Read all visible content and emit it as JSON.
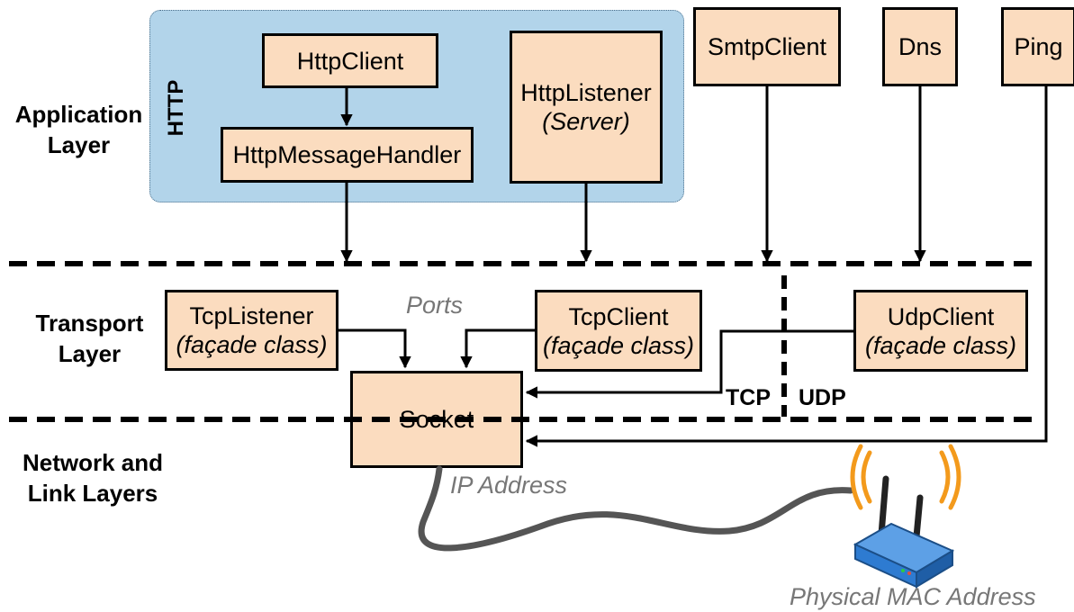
{
  "layers": {
    "application": [
      "Application",
      "Layer"
    ],
    "transport": [
      "Transport",
      "Layer"
    ],
    "network": [
      "Network and",
      "Link Layers"
    ]
  },
  "http_group_label": "HTTP",
  "components": {
    "http_client": "HttpClient",
    "http_message_handler": "HttpMessageHandler",
    "http_listener": {
      "title": "HttpListener",
      "subtitle": "(Server)"
    },
    "smtp_client": "SmtpClient",
    "dns": "Dns",
    "ping": "Ping",
    "tcp_listener": {
      "title": "TcpListener",
      "subtitle": "(façade class)"
    },
    "tcp_client": {
      "title": "TcpClient",
      "subtitle": "(façade class)"
    },
    "udp_client": {
      "title": "UdpClient",
      "subtitle": "(façade class)"
    },
    "socket": "Socket"
  },
  "annotations": {
    "ports": "Ports",
    "ip_address": "IP Address",
    "physical_mac_address": "Physical MAC Address",
    "tcp": "TCP",
    "udp": "UDP"
  },
  "colors": {
    "box_fill": "#fbdcbf",
    "http_region": "#b2d4ea",
    "router": "#2e7bd1",
    "signal_waves": "#f39a1c",
    "cable": "#555555"
  }
}
